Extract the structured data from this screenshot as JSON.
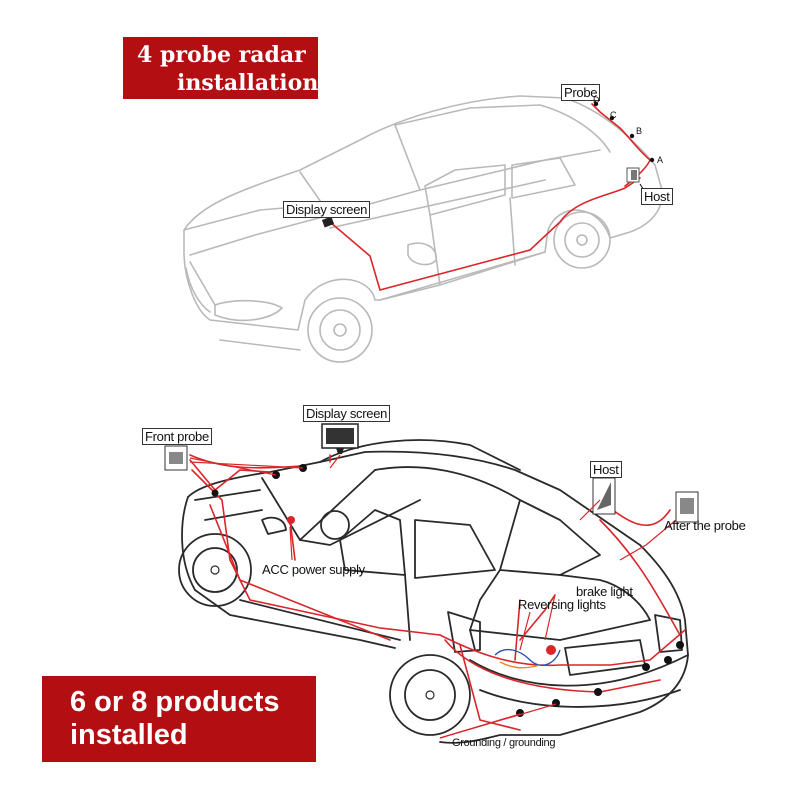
{
  "top_section": {
    "banner_line1": "4 probe radar",
    "banner_line2": "installation",
    "labels": {
      "probe": "Probe",
      "host": "Host",
      "display_screen": "Display screen"
    },
    "probe_letters": [
      "A",
      "B",
      "C",
      "D"
    ]
  },
  "bottom_section": {
    "banner_line1": "6 or 8 products",
    "banner_line2": "installed",
    "labels": {
      "front_probe": "Front probe",
      "display_screen": "Display screen",
      "host": "Host",
      "after_the_probe": "After the probe",
      "acc_power_supply": "ACC power supply",
      "brake_light": "brake light",
      "reversing_lights": "Reversing lights",
      "grounding": "Grounding / grounding"
    }
  },
  "colors": {
    "banner": "#b30f12",
    "wire": "#d9262a",
    "car_outline_top": "#b9b9b9",
    "car_outline_bottom": "#2a2a2a"
  }
}
